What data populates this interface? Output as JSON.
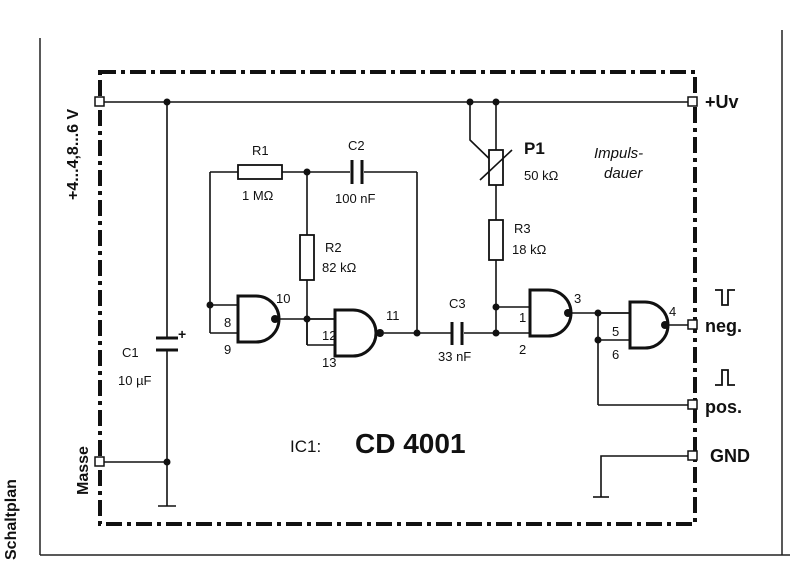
{
  "section_label": "Schaltplan",
  "supply_label": "+4...4,8...6 V",
  "ground_side_label": "Masse",
  "ic_label": "IC1:",
  "ic_part": "CD 4001",
  "terminals": {
    "uv": "+Uv",
    "neg": "neg.",
    "pos": "pos.",
    "gnd": "GND"
  },
  "components": {
    "r1": {
      "name": "R1",
      "value": "1 MΩ"
    },
    "r2": {
      "name": "R2",
      "value": "82 kΩ"
    },
    "r3": {
      "name": "R3",
      "value": "18 kΩ"
    },
    "c1": {
      "name": "C1",
      "value": "10 µF",
      "polarity": "+"
    },
    "c2": {
      "name": "C2",
      "value": "100 nF"
    },
    "c3": {
      "name": "C3",
      "value": "33 nF"
    },
    "p1": {
      "name": "P1",
      "value": "50 kΩ"
    }
  },
  "annotation": {
    "line1": "Impuls-",
    "line2": "dauer"
  },
  "pins": [
    "10",
    "8",
    "9",
    "12",
    "13",
    "11",
    "1",
    "2",
    "3",
    "5",
    "6",
    "4"
  ]
}
